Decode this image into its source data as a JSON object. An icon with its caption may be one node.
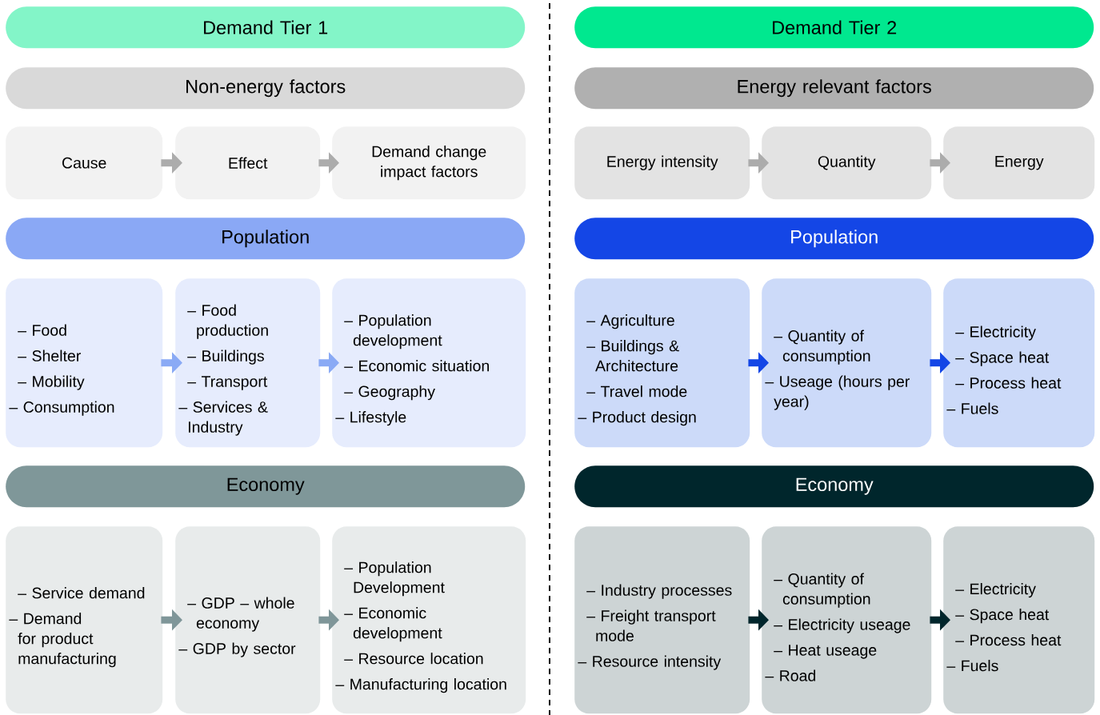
{
  "diagram": {
    "nodes": [
      {
        "text": [
          "Demand Tier 1"
        ]
      },
      {
        "text": [
          "Non-energy factors"
        ]
      },
      {
        "text": [
          "Cause"
        ]
      },
      {
        "text": [
          "Effect"
        ]
      },
      {
        "text": [
          "Demand change impact factors"
        ]
      },
      {
        "text": [
          "Population"
        ]
      },
      {
        "text": [
          "– Food",
          "– Shelter",
          "– Mobility",
          "– Consumption"
        ]
      },
      {
        "text": [
          "– Food production",
          "– Buildings",
          "– Transport",
          "– Services & Industry"
        ]
      },
      {
        "text": [
          "– Population development",
          "– Economic situation",
          "– Geography",
          "– Lifestyle"
        ]
      },
      {
        "text": [
          "Economy"
        ]
      },
      {
        "text": [
          "– Service demand",
          "– Demand for product manufacturing"
        ]
      },
      {
        "text": [
          "– GDP – whole economy",
          "– GDP by sector"
        ]
      },
      {
        "text": [
          "– Population Development",
          "– Economic development",
          "– Resource location",
          "– Manufacturing location"
        ]
      },
      {
        "text": [
          "Demand Tier 2"
        ]
      },
      {
        "text": [
          "Energy relevant factors"
        ]
      },
      {
        "text": [
          "Energy intensity"
        ]
      },
      {
        "text": [
          "Quantity"
        ]
      },
      {
        "text": [
          "Energy"
        ]
      },
      {
        "text": [
          "Population"
        ]
      },
      {
        "text": [
          "– Agriculture",
          "– Buildings & Architecture",
          "– Travel mode",
          "– Product design"
        ]
      },
      {
        "text": [
          "– Quantity of consumption",
          "– Useage (hours per year)"
        ]
      },
      {
        "text": [
          "– Electricity",
          "– Space heat",
          "– Process heat",
          "– Fuels"
        ]
      },
      {
        "text": [
          "Economy"
        ]
      },
      {
        "text": [
          "– Industry processes",
          "– Freight transport mode",
          "– Resource intensity"
        ]
      },
      {
        "text": [
          "– Quantity of consumption",
          "– Electricity useage",
          "– Heat useage",
          "– Road"
        ]
      },
      {
        "text": [
          "– Electricity",
          "– Space heat",
          "– Process heat",
          "– Fuels"
        ]
      }
    ],
    "edges": [
      {
        "from": 2,
        "to": 3,
        "arrow": "to",
        "color": "#acacac"
      },
      {
        "from": 3,
        "to": 4,
        "arrow": "to",
        "color": "#acacac"
      },
      {
        "from": 6,
        "to": 7,
        "arrow": "to",
        "color": "#8aaaf5"
      },
      {
        "from": 7,
        "to": 8,
        "arrow": "to",
        "color": "#8aaaf5"
      },
      {
        "from": 10,
        "to": 11,
        "arrow": "to",
        "color": "#7f9699"
      },
      {
        "from": 11,
        "to": 12,
        "arrow": "to",
        "color": "#7f9699"
      },
      {
        "from": 15,
        "to": 16,
        "arrow": "to",
        "color": "#acacac"
      },
      {
        "from": 16,
        "to": 17,
        "arrow": "to",
        "color": "#acacac"
      },
      {
        "from": 19,
        "to": 20,
        "arrow": "to",
        "color": "#1446e6"
      },
      {
        "from": 20,
        "to": 21,
        "arrow": "to",
        "color": "#1446e6"
      },
      {
        "from": 23,
        "to": 24,
        "arrow": "to",
        "color": "#00262c"
      },
      {
        "from": 24,
        "to": 25,
        "arrow": "to",
        "color": "#00262c"
      }
    ]
  }
}
